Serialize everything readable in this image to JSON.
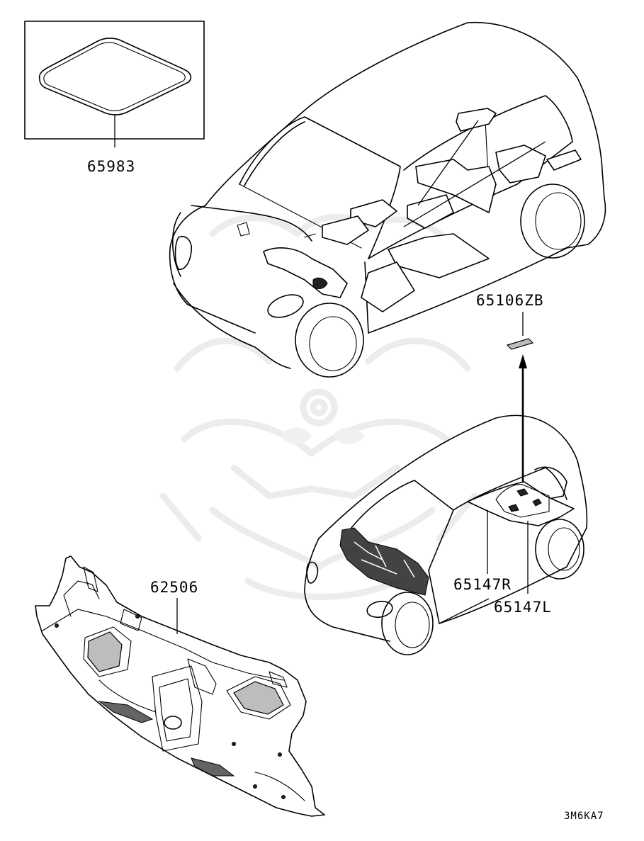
{
  "diagram": {
    "parts": [
      {
        "id": "inset-pad",
        "label": "65983"
      },
      {
        "id": "rear-floor-pad",
        "label": "65106ZB"
      },
      {
        "id": "cargo-floor-mat-right",
        "label": "65147R"
      },
      {
        "id": "cargo-floor-mat-left",
        "label": "65147L"
      },
      {
        "id": "dash-panel-silencer",
        "label": "62506"
      }
    ],
    "drawing_code": "3M6KA7",
    "colors": {
      "line": "#000000",
      "background": "#ffffff",
      "watermark": "#ececec"
    }
  }
}
